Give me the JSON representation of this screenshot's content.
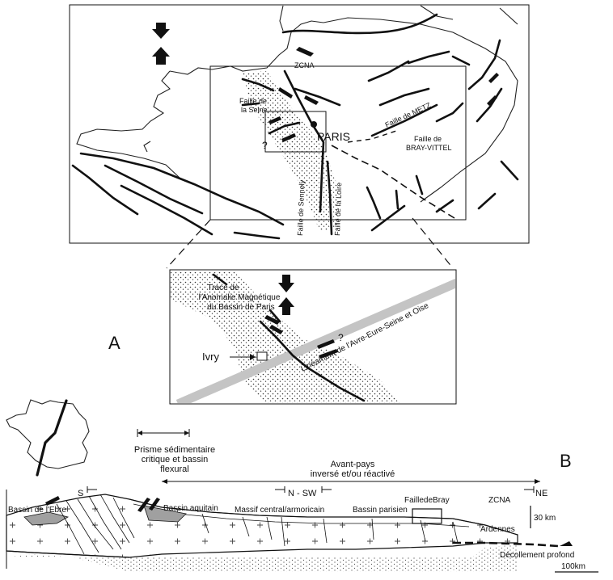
{
  "panel_a": {
    "letter": "A",
    "labels": {
      "zcna": "ZCNA",
      "faille_seine_1": "Faille de",
      "faille_seine_2": "la Seine",
      "faille_metz": "Faille de METZ",
      "faille_bray_1": "Faille de",
      "faille_bray_2": "BRAY-VITTEL",
      "paris": "PARIS",
      "question": "?",
      "faille_sennely": "Faille de Sennely",
      "faille_loire": "Faille de la Loire"
    },
    "inset": {
      "trace_1": "Trace de",
      "trace_2": "l'Anomalie Magnétique",
      "trace_3": "du Bassin de Paris",
      "lineament": "Linéament de l'Avre-Eure-Seine et Oise",
      "ivry": "Ivry",
      "question": "?"
    }
  },
  "panel_b": {
    "letter": "B",
    "prisme_1": "Prisme  sédimentaire",
    "prisme_2": "critique et bassin",
    "prisme_3": "flexural",
    "avant_1": "Avant-pays",
    "avant_2": "inversé et/ou réactivé",
    "s_marker": "S",
    "nsw_marker": "N - SW",
    "ne_marker": "NE",
    "bassin_ebre": "Bassin de l'Ebre",
    "bassin_aquitain": "Bassin aquitain",
    "massif_central": "Massif central/armoricain",
    "bassin_parisien": "Bassin parisien",
    "faille_bray": "FailledeBray",
    "zcna": "ZCNA",
    "ardennes": "Ardennes",
    "decollement": "Décollement profond",
    "scale_v": "30 km",
    "scale_h": "100km"
  }
}
